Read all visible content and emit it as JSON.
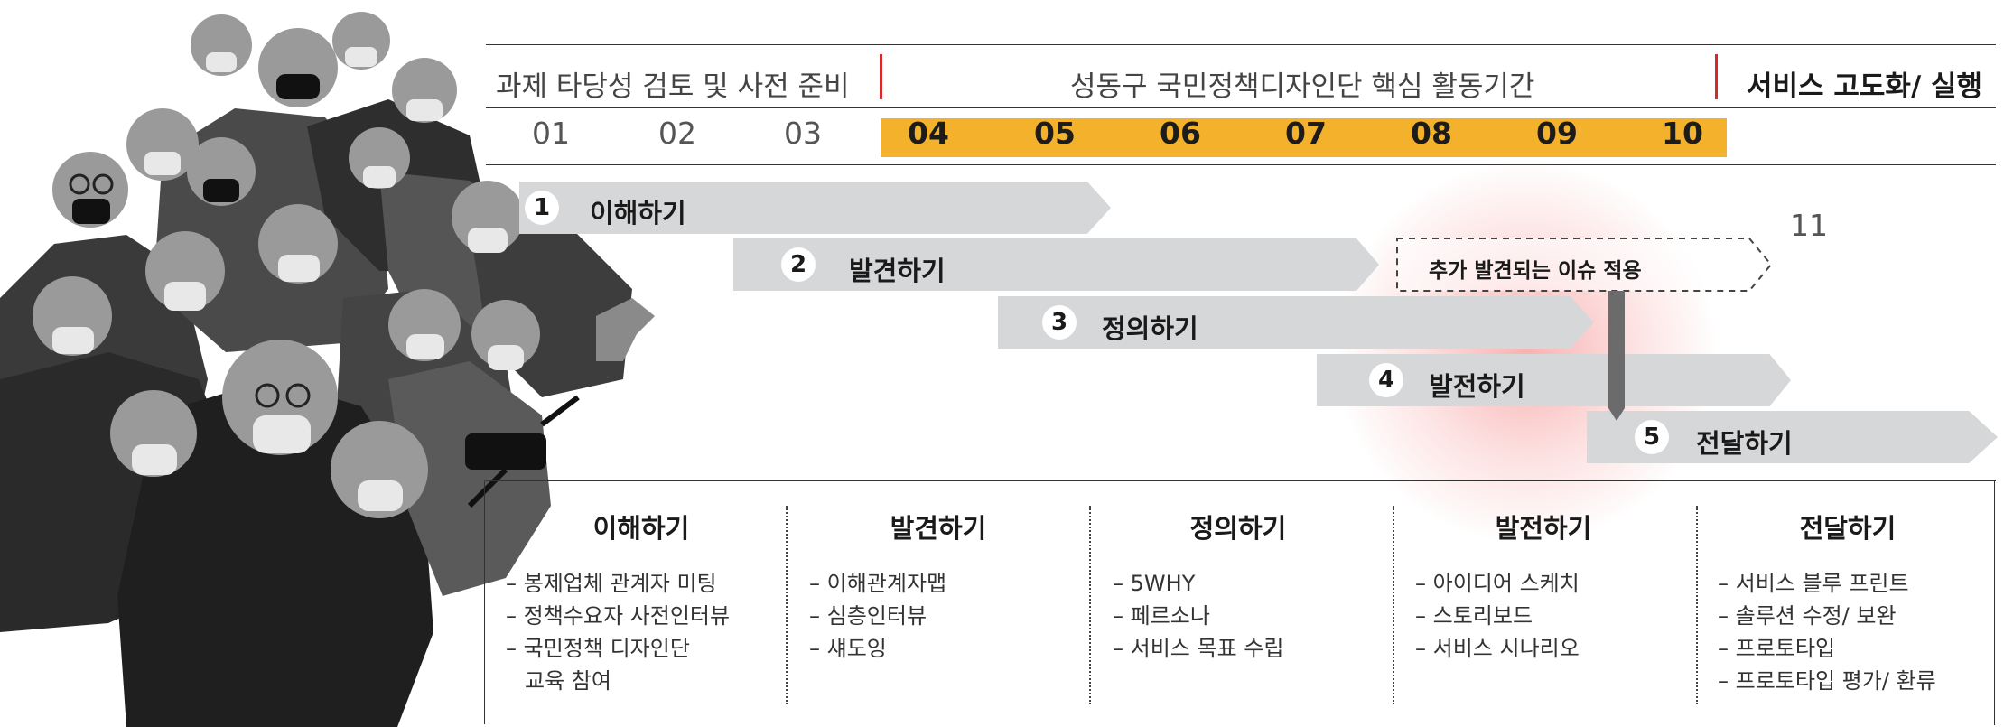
{
  "header": {
    "phase_prep": "과제 타당성 검토 및 사전 준비",
    "phase_core": "성동구 국민정책디자인단 핵심 활동기간",
    "phase_exec": "서비스 고도화/ 실행"
  },
  "months": [
    "01",
    "02",
    "03",
    "04",
    "05",
    "06",
    "07",
    "08",
    "09",
    "10"
  ],
  "month_11": "11",
  "colors": {
    "accent_yellow": "#f3b12c",
    "divider_red": "#d42a2a",
    "arrow_gray": "#d6d7d8",
    "glow_red": "#f7b2b2"
  },
  "stages": [
    {
      "num": "1",
      "label": "이해하기"
    },
    {
      "num": "2",
      "label": "발견하기"
    },
    {
      "num": "3",
      "label": "정의하기"
    },
    {
      "num": "4",
      "label": "발전하기"
    },
    {
      "num": "5",
      "label": "전달하기"
    }
  ],
  "extra_issue": "추가 발견되는 이슈 적용",
  "columns": [
    {
      "title": "이해하기",
      "items": [
        "봉제업체 관계자 미팅",
        "정책수요자 사전인터뷰",
        "국민정책 디자인단",
        "교육 참여"
      ]
    },
    {
      "title": "발견하기",
      "items": [
        "이해관계자맵",
        "심층인터뷰",
        "섀도잉"
      ]
    },
    {
      "title": "정의하기",
      "items": [
        "5WHY",
        "페르소나",
        "서비스 목표 수립"
      ]
    },
    {
      "title": "발전하기",
      "items": [
        "아이디어 스케치",
        "스토리보드",
        "서비스 시나리오"
      ]
    },
    {
      "title": "전달하기",
      "items": [
        "서비스 블루 프린트",
        "솔루션 수정/ 보완",
        "프로토타입",
        "프로토타입 평가/ 환류"
      ]
    }
  ],
  "photo": {
    "icon": "people-photo"
  }
}
